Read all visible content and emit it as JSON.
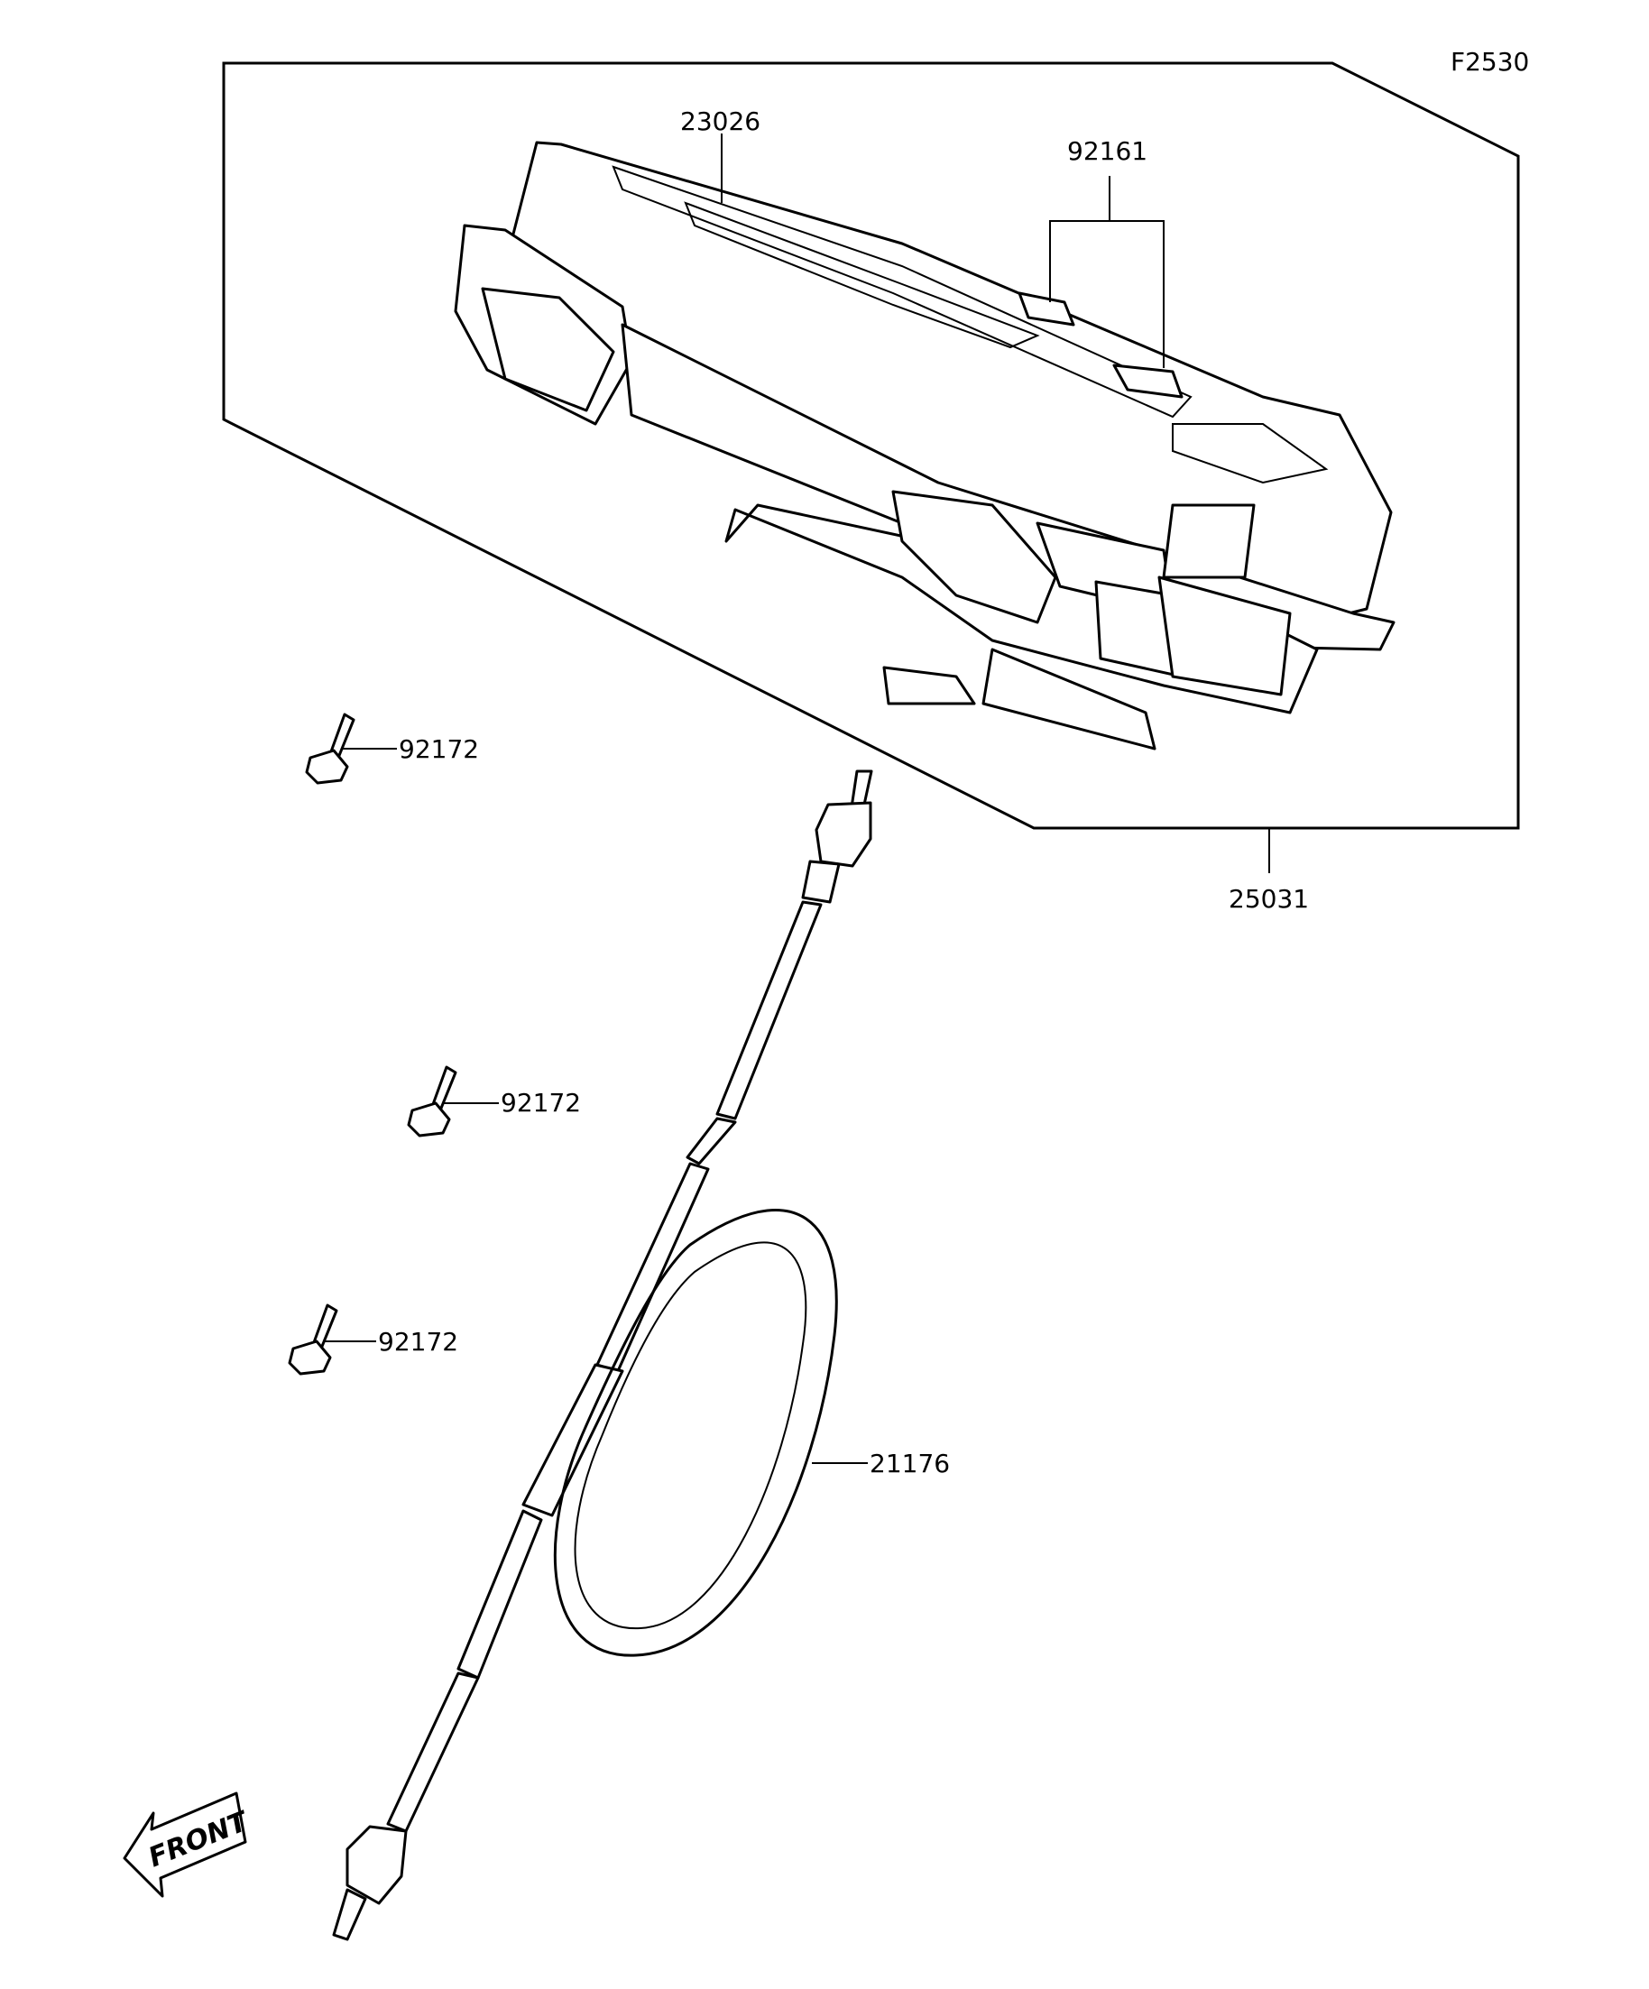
{
  "diagram_code": "F2530",
  "parts": {
    "meter_case_label": "23026",
    "meter_grommet_label": "92161",
    "meter_assembly_label": "25031",
    "screw_1_label": "92172",
    "screw_2_label": "92172",
    "screw_3_label": "92172",
    "speedometer_cable_label": "21176"
  },
  "front_indicator": {
    "text": "FRONT"
  },
  "colors": {
    "ink": "#000000",
    "paper": "#ffffff"
  }
}
